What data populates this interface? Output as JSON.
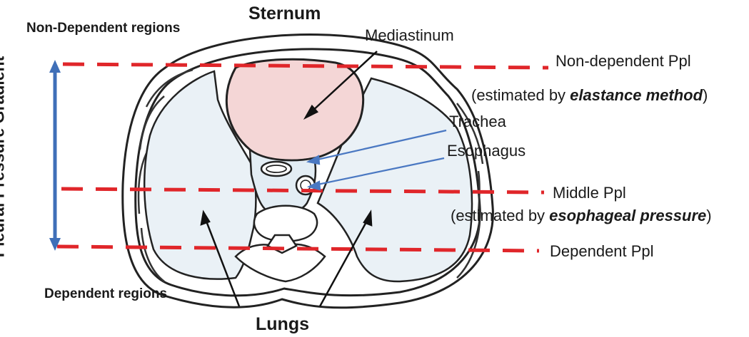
{
  "labels": {
    "sternum": "Sternum",
    "non_dependent_regions": "Non-Dependent regions",
    "dependent_regions": "Dependent regions",
    "lungs": "Lungs",
    "gradient": "Pleural Pressure Gradient",
    "mediastinum": "Mediastinum",
    "trachea": "Trachea",
    "esophagus": "Esophagus",
    "non_dependent_ppl": "Non-dependent Ppl",
    "middle_ppl": "Middle Ppl",
    "dependent_ppl": "Dependent Ppl",
    "estimated_by": "(estimated by ",
    "elastance_method": "elastance method",
    "esophageal_pressure": "esophageal pressure",
    "close_paren": ")"
  },
  "colors": {
    "dashed_line": "#e0262a",
    "arrow_blue": "#3f6fb8",
    "pointer_blue": "#4a78c2",
    "mediastinum_fill": "#f4d6d6",
    "lung_fill": "#eaf1f6",
    "outline": "#222222"
  }
}
